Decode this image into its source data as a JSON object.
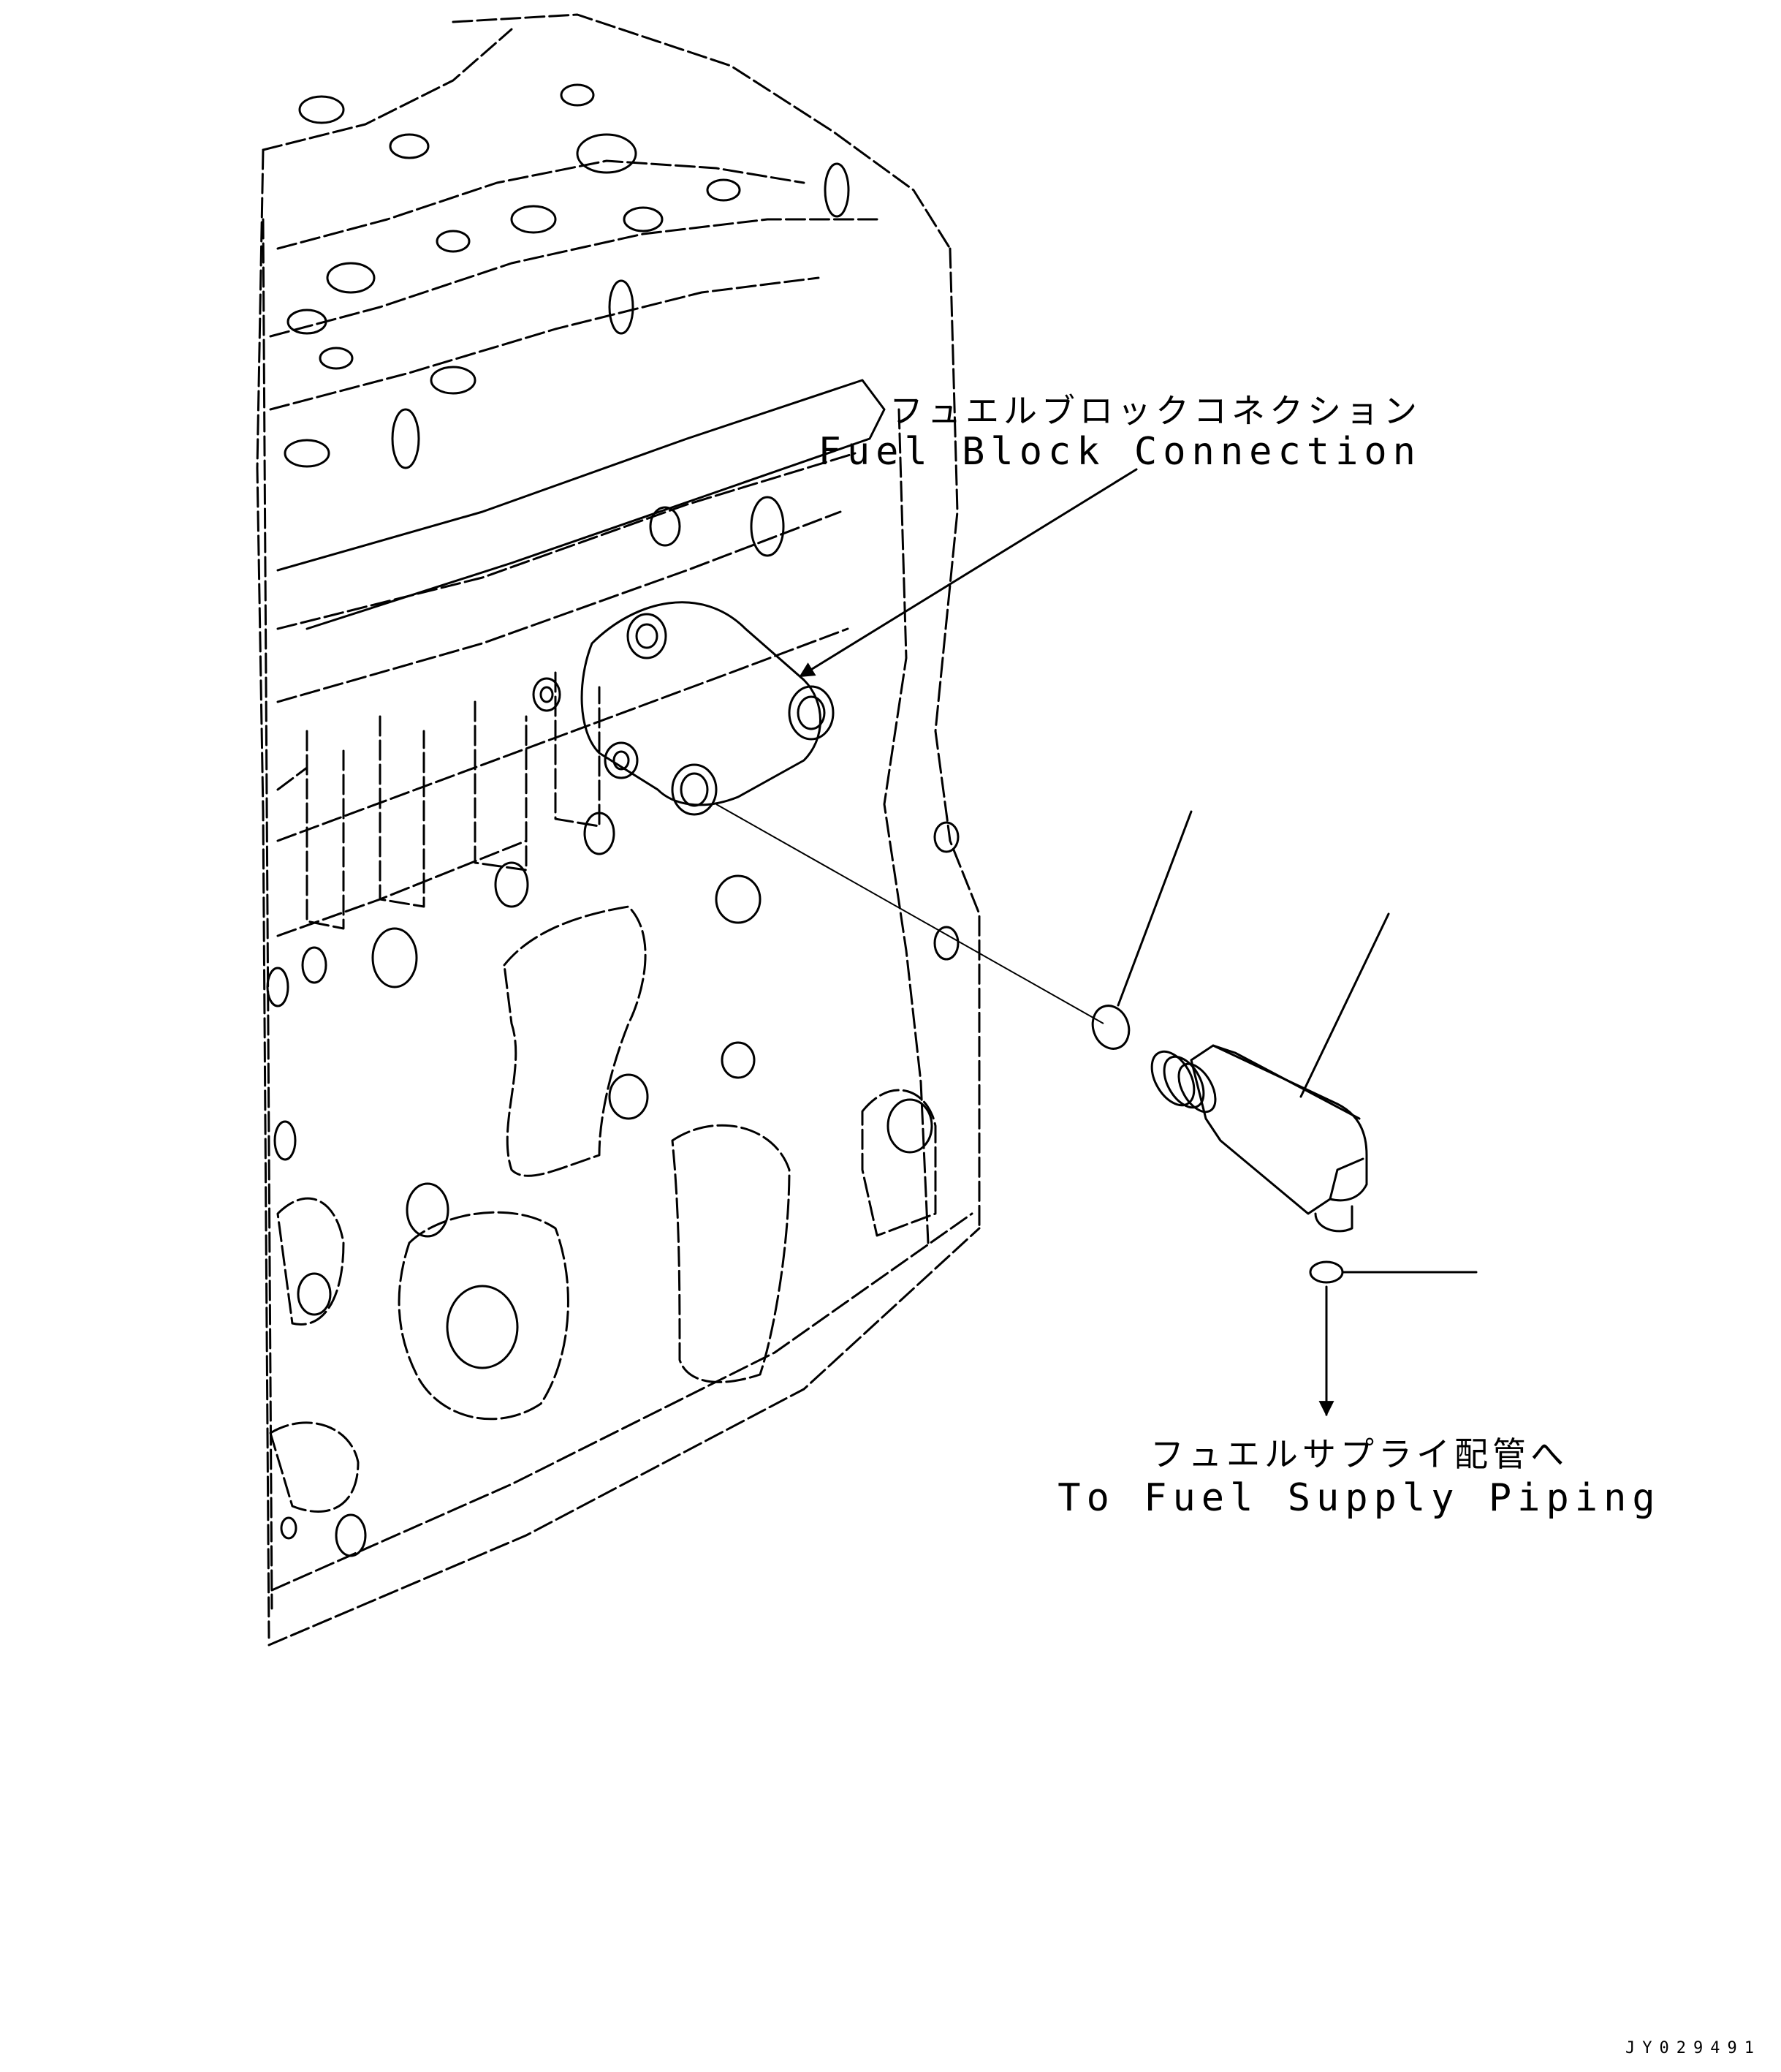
{
  "callouts": {
    "fuel_block_jp": "フュエルブロックコネクション",
    "fuel_block_en": "Fuel Block Connection",
    "supply_jp": "フュエルサプライ配管へ",
    "supply_en": "To Fuel Supply Piping"
  },
  "drawing_code": "JY029491"
}
